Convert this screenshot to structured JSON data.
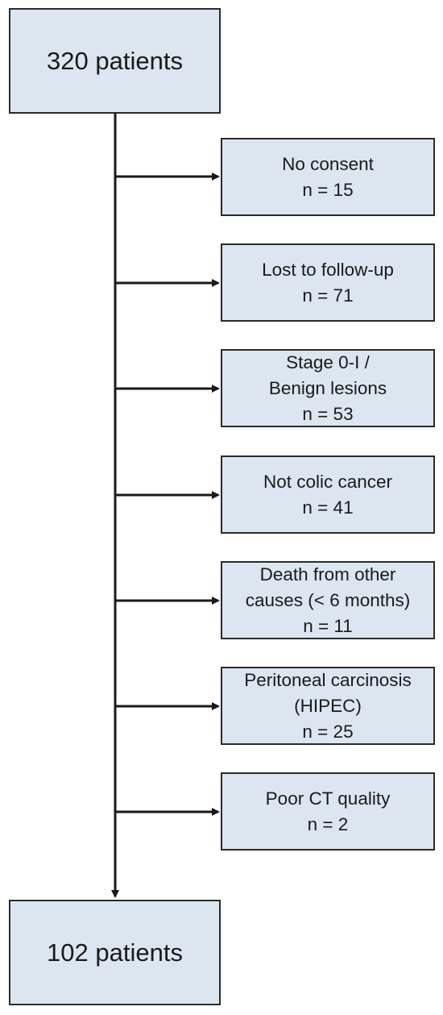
{
  "start_box": {
    "label": "320 patients"
  },
  "end_box": {
    "label": "102 patients"
  },
  "exclusions": [
    {
      "lines": [
        "No consent",
        "n = 15"
      ]
    },
    {
      "lines": [
        "Lost to follow-up",
        "n = 71"
      ]
    },
    {
      "lines": [
        "Stage 0-I /",
        "Benign lesions",
        "n = 53"
      ]
    },
    {
      "lines": [
        "Not colic cancer",
        "n = 41"
      ]
    },
    {
      "lines": [
        "Death from other",
        "causes (< 6 months)",
        "n = 11"
      ]
    },
    {
      "lines": [
        "Peritoneal carcinosis",
        "(HIPEC)",
        "n = 25"
      ]
    },
    {
      "lines": [
        "Poor CT quality",
        "n = 2"
      ]
    }
  ],
  "colors": {
    "box_fill": "#dbe6f1",
    "box_border": "#2b2b2b",
    "line": "#1a1a1a"
  }
}
